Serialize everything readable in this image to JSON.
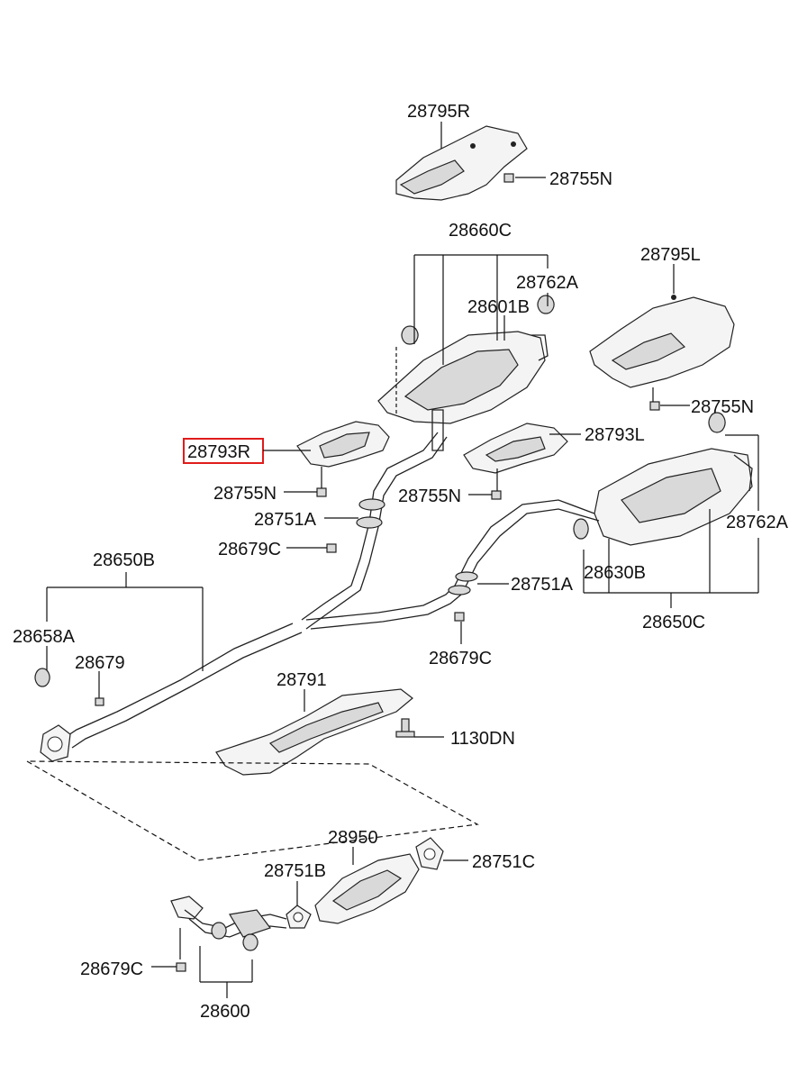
{
  "labels": {
    "heat_protector_rear_r": "28795R",
    "nut_top": "28755N",
    "rear_muffler_assy_top": "28660C",
    "hanger_a_top": "28762A",
    "rear_muffler": "28601B",
    "heat_protector_rear_l": "28795L",
    "nut_right_upper": "28755N",
    "heat_protector_r_highlighted": "28793R",
    "heat_protector_l": "28793L",
    "nut_left_mid": "28755N",
    "nut_center_mid": "28755N",
    "gasket_a_left": "28751A",
    "hanger_a_right": "28762A",
    "clamp_c_left": "28679C",
    "center_muffler_assy": "28650B",
    "gasket_a_center": "28751A",
    "main_muffler": "28630B",
    "hanger_b": "28658A",
    "clamp_c_center": "28679C",
    "main_muffler_assy": "28650C",
    "clamp": "28679",
    "heat_protector_center": "28791",
    "bolt": "1130DN",
    "catalytic_converter": "28950",
    "gasket_b": "28751B",
    "gasket_c": "28751C",
    "clamp_c_bottom": "28679C",
    "front_pipe": "28600"
  },
  "highlight": "28793R",
  "colors": {
    "highlight": "#e01b1b",
    "ink": "#111111"
  }
}
